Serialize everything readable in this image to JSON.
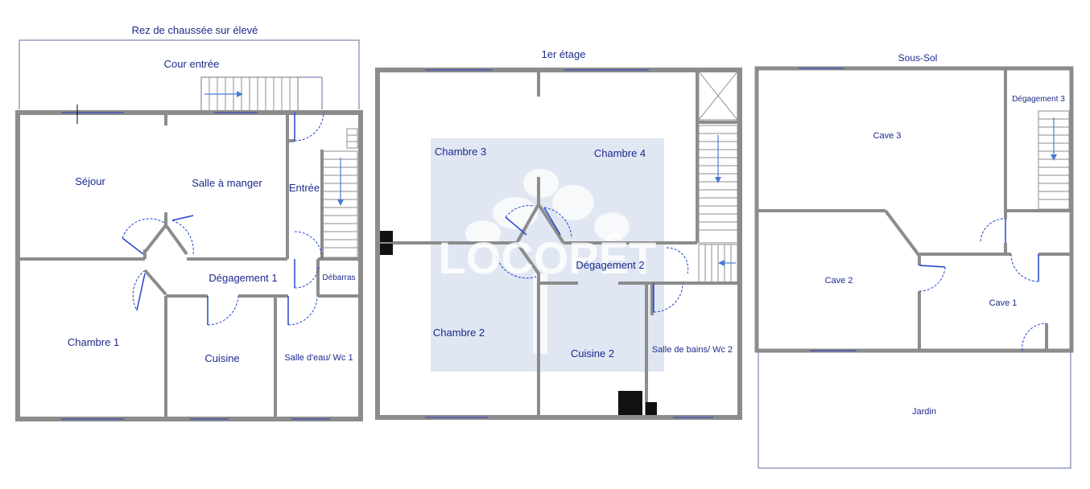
{
  "floors": {
    "ground": {
      "title": "Rez de chaussée sur élevé",
      "rooms": {
        "cour": "Cour entrée",
        "sejour": "Séjour",
        "salle_a_manger": "Salle à manger",
        "entree": "Entrée",
        "degagement1": "Dégagement 1",
        "debarras": "Débarras",
        "chambre1": "Chambre 1",
        "cuisine": "Cuisine",
        "salle_eau": "Salle d'eau/ Wc 1"
      }
    },
    "first": {
      "title": "1er étage",
      "rooms": {
        "chambre3": "Chambre 3",
        "chambre4": "Chambre 4",
        "degagement2": "Dégagement 2",
        "chambre2": "Chambre 2",
        "cuisine2": "Cuisine 2",
        "salle_bains": "Salle de bains/ Wc 2"
      }
    },
    "basement": {
      "title": "Sous-Sol",
      "rooms": {
        "cave3": "Cave 3",
        "degagement3": "Dégagement 3",
        "cave2": "Cave 2",
        "cave1": "Cave 1",
        "jardin": "Jardin"
      }
    }
  },
  "watermark": "LOCOPÊT",
  "colors": {
    "wall": "#8c8c8c",
    "label": "#1c2a8c",
    "door": "#2244cc",
    "stair_arrow": "#4a7cd6",
    "watermark_bg": "#dbe3f0"
  }
}
